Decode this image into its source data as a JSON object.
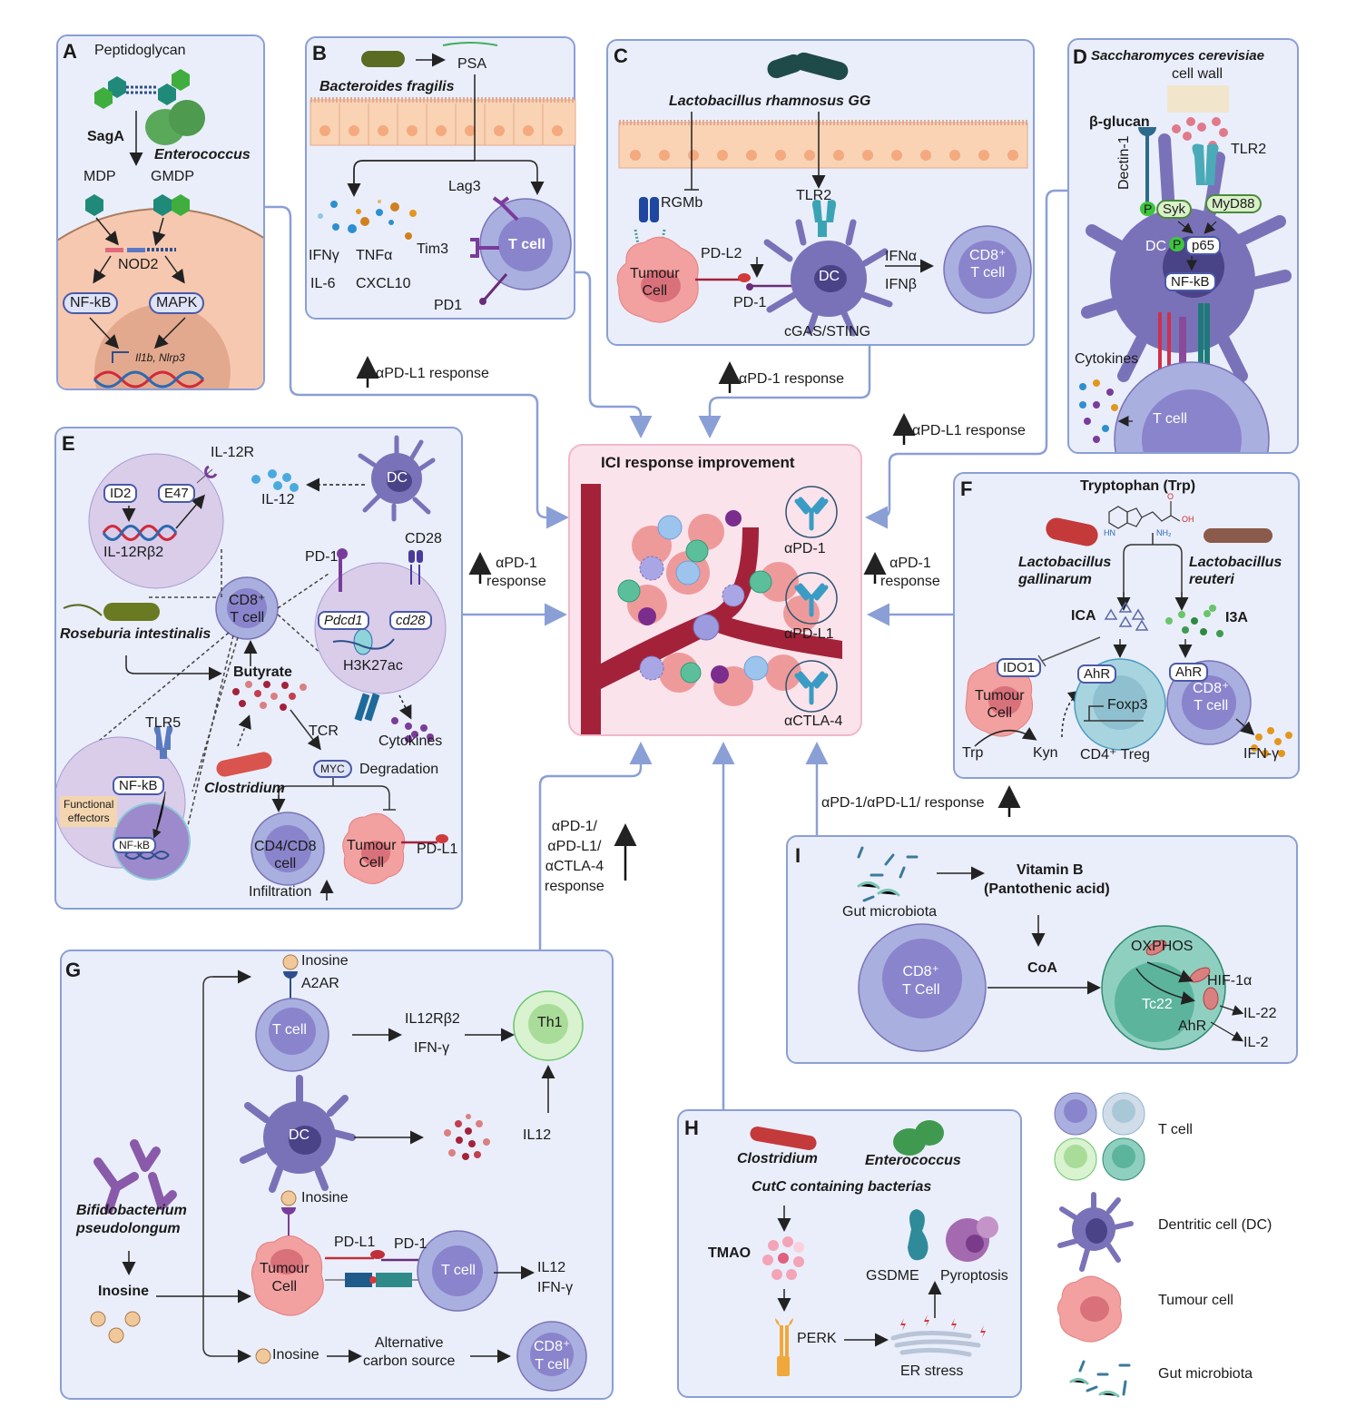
{
  "colors": {
    "panel_bg": "#eaeefa",
    "panel_border": "#8a9fd6",
    "center_bg": "#fbe3ec",
    "connector": "#8a9fd6",
    "tcell_outer": "#a9afdf",
    "tcell_inner": "#8a84cc",
    "dc": "#7a72b8",
    "tumour": "#f2a0a0",
    "epithelium": "#f9d3b4"
  },
  "connectors": {
    "a": "αPD-L1 response",
    "c": "αPD-1 response",
    "d": "αPD-L1 response",
    "e_line1": "αPD-1",
    "e_line2": "response",
    "f_line1": "αPD-1",
    "f_line2": "response",
    "g_lines": [
      "αPD-1/",
      "αPD-L1/",
      "αCTLA-4",
      "response"
    ],
    "i": "αPD-1/αPD-L1/ response"
  },
  "center": {
    "title": "ICI response improvement",
    "antibodies": [
      "αPD-1",
      "αPD-L1",
      "αCTLA-4"
    ]
  },
  "panel_a": {
    "label": "A",
    "peptidoglycan": "Peptidoglycan",
    "saga": "SagA",
    "bacterium": "Enterococcus",
    "mdp": "MDP",
    "gmdp": "GMDP",
    "nod2": "NOD2",
    "nfkb": "NF-kB",
    "mapk": "MAPK",
    "genes": "Il1b, Nlrp3"
  },
  "panel_b": {
    "label": "B",
    "psa": "PSA",
    "bacterium": "Bacteroides fragilis",
    "lag3": "Lag3",
    "tim3": "Tim3",
    "pd1": "PD1",
    "tcell": "T cell",
    "cytokines": [
      "IFNγ",
      "TNFα",
      "IL-6",
      "CXCL10"
    ]
  },
  "panel_c": {
    "label": "C",
    "bacterium": "Lactobacillus rhamnosus GG",
    "rgmb": "RGMb",
    "tlr2": "TLR2",
    "pdl2": "PD-L2",
    "pd1": "PD-1",
    "tumour": [
      "Tumour",
      "Cell"
    ],
    "dc": "DC",
    "ifna": "IFNα",
    "ifnb": "IFNβ",
    "cd8": "CD8⁺",
    "tcell": "T cell",
    "cgas": "cGAS/STING"
  },
  "panel_d": {
    "label": "D",
    "organism": "Saccharomyces cerevisiae",
    "cell_wall": "cell wall",
    "glucan": "β-glucan",
    "dectin": "Dectin-1",
    "tlr2": "TLR2",
    "p": "P",
    "syk": "Syk",
    "myd88": "MyD88",
    "p65": "p65",
    "dc": "DC",
    "nfkb": "NF-kB",
    "cytokines": "Cytokines",
    "tcell": "T cell"
  },
  "panel_e": {
    "label": "E",
    "il12r": "IL-12R",
    "id2": "ID2",
    "e47": "E47",
    "il12rb2": "IL-12Rβ2",
    "il12": "IL-12",
    "dc": "DC",
    "cd28": "CD28",
    "pd1": "PD-1",
    "cd8": "CD8⁺",
    "tcell": "T cell",
    "pdcd1": "Pdcd1",
    "cd28_gene": "cd28",
    "h3k27ac": "H3K27ac",
    "bacterium": "Roseburia intestinalis",
    "butyrate": "Butyrate",
    "tlr5": "TLR5",
    "tcr": "TCR",
    "cytokines": "Cytokines",
    "nfkb": "NF-kB",
    "functional": [
      "Functional",
      "effectors"
    ],
    "nfkb_nuc": "NF-kB",
    "clostridium": "Clostridium",
    "myc": "MYC",
    "degradation": "Degradation",
    "cd4cd8": [
      "CD4/CD8",
      "cell"
    ],
    "tumour": [
      "Tumour",
      "Cell"
    ],
    "pdl1": "PD-L1",
    "infiltration": "Infiltration"
  },
  "panel_f": {
    "label": "F",
    "title": "Tryptophan (Trp)",
    "bact_left": [
      "Lactobacillus",
      "gallinarum"
    ],
    "bact_right": [
      "Lactobacillus",
      "reuteri"
    ],
    "ica": "ICA",
    "i3a": "I3A",
    "ido1": "IDO1",
    "tumour": [
      "Tumour",
      "Cell"
    ],
    "ahr": "AhR",
    "foxp3": "Foxp3",
    "cd8": "CD8⁺",
    "tcell": "T cell",
    "trp": "Trp",
    "kyn": "Kyn",
    "treg": "CD4⁺ Treg",
    "ifng": "IFN-γ",
    "chem_oh": "OH",
    "chem_o": "O",
    "chem_hn": "HN",
    "chem_nh2": "NH₂"
  },
  "panel_g": {
    "label": "G",
    "inosine": "Inosine",
    "a2ar": "A2AR",
    "tcell": "T cell",
    "il12rb2": "IL12Rβ2",
    "ifng": "IFN-γ",
    "th1": "Th1",
    "dc": "DC",
    "il12": "IL12",
    "bacterium": [
      "Bifidobacterium",
      "pseudolongum"
    ],
    "inosine_bold": "Inosine",
    "tumour": [
      "Tumour",
      "Cell"
    ],
    "pdl1": "PD-L1",
    "pd1": "PD-1",
    "out_il12": "IL12",
    "out_ifng": "IFN-γ",
    "alt_carbon": [
      "Alternative",
      "carbon source"
    ],
    "cd8": "CD8⁺",
    "tcell2": "T cell"
  },
  "panel_h": {
    "label": "H",
    "clostridium": "Clostridium",
    "enterococcus": "Enterococcus",
    "cutc": "CutC containing bacterias",
    "tmao": "TMAO",
    "gsdme": "GSDME",
    "pyroptosis": "Pyroptosis",
    "perk": "PERK",
    "er_stress": "ER stress"
  },
  "panel_i": {
    "label": "I",
    "microbiota": "Gut microbiota",
    "vitamin": "Vitamin B",
    "pantothenic": "(Pantothenic acid)",
    "coa": "CoA",
    "cd8": "CD8⁺",
    "tcell": "T Cell",
    "oxphos": "OXPHOS",
    "hif": "HIF-1α",
    "tc22": "Tc22",
    "il22": "IL-22",
    "ahr": "AhR",
    "il2": "IL-2"
  },
  "legend": {
    "items": [
      "T cell",
      "Dentritic cell (DC)",
      "Tumour cell",
      "Gut microbiota"
    ]
  }
}
